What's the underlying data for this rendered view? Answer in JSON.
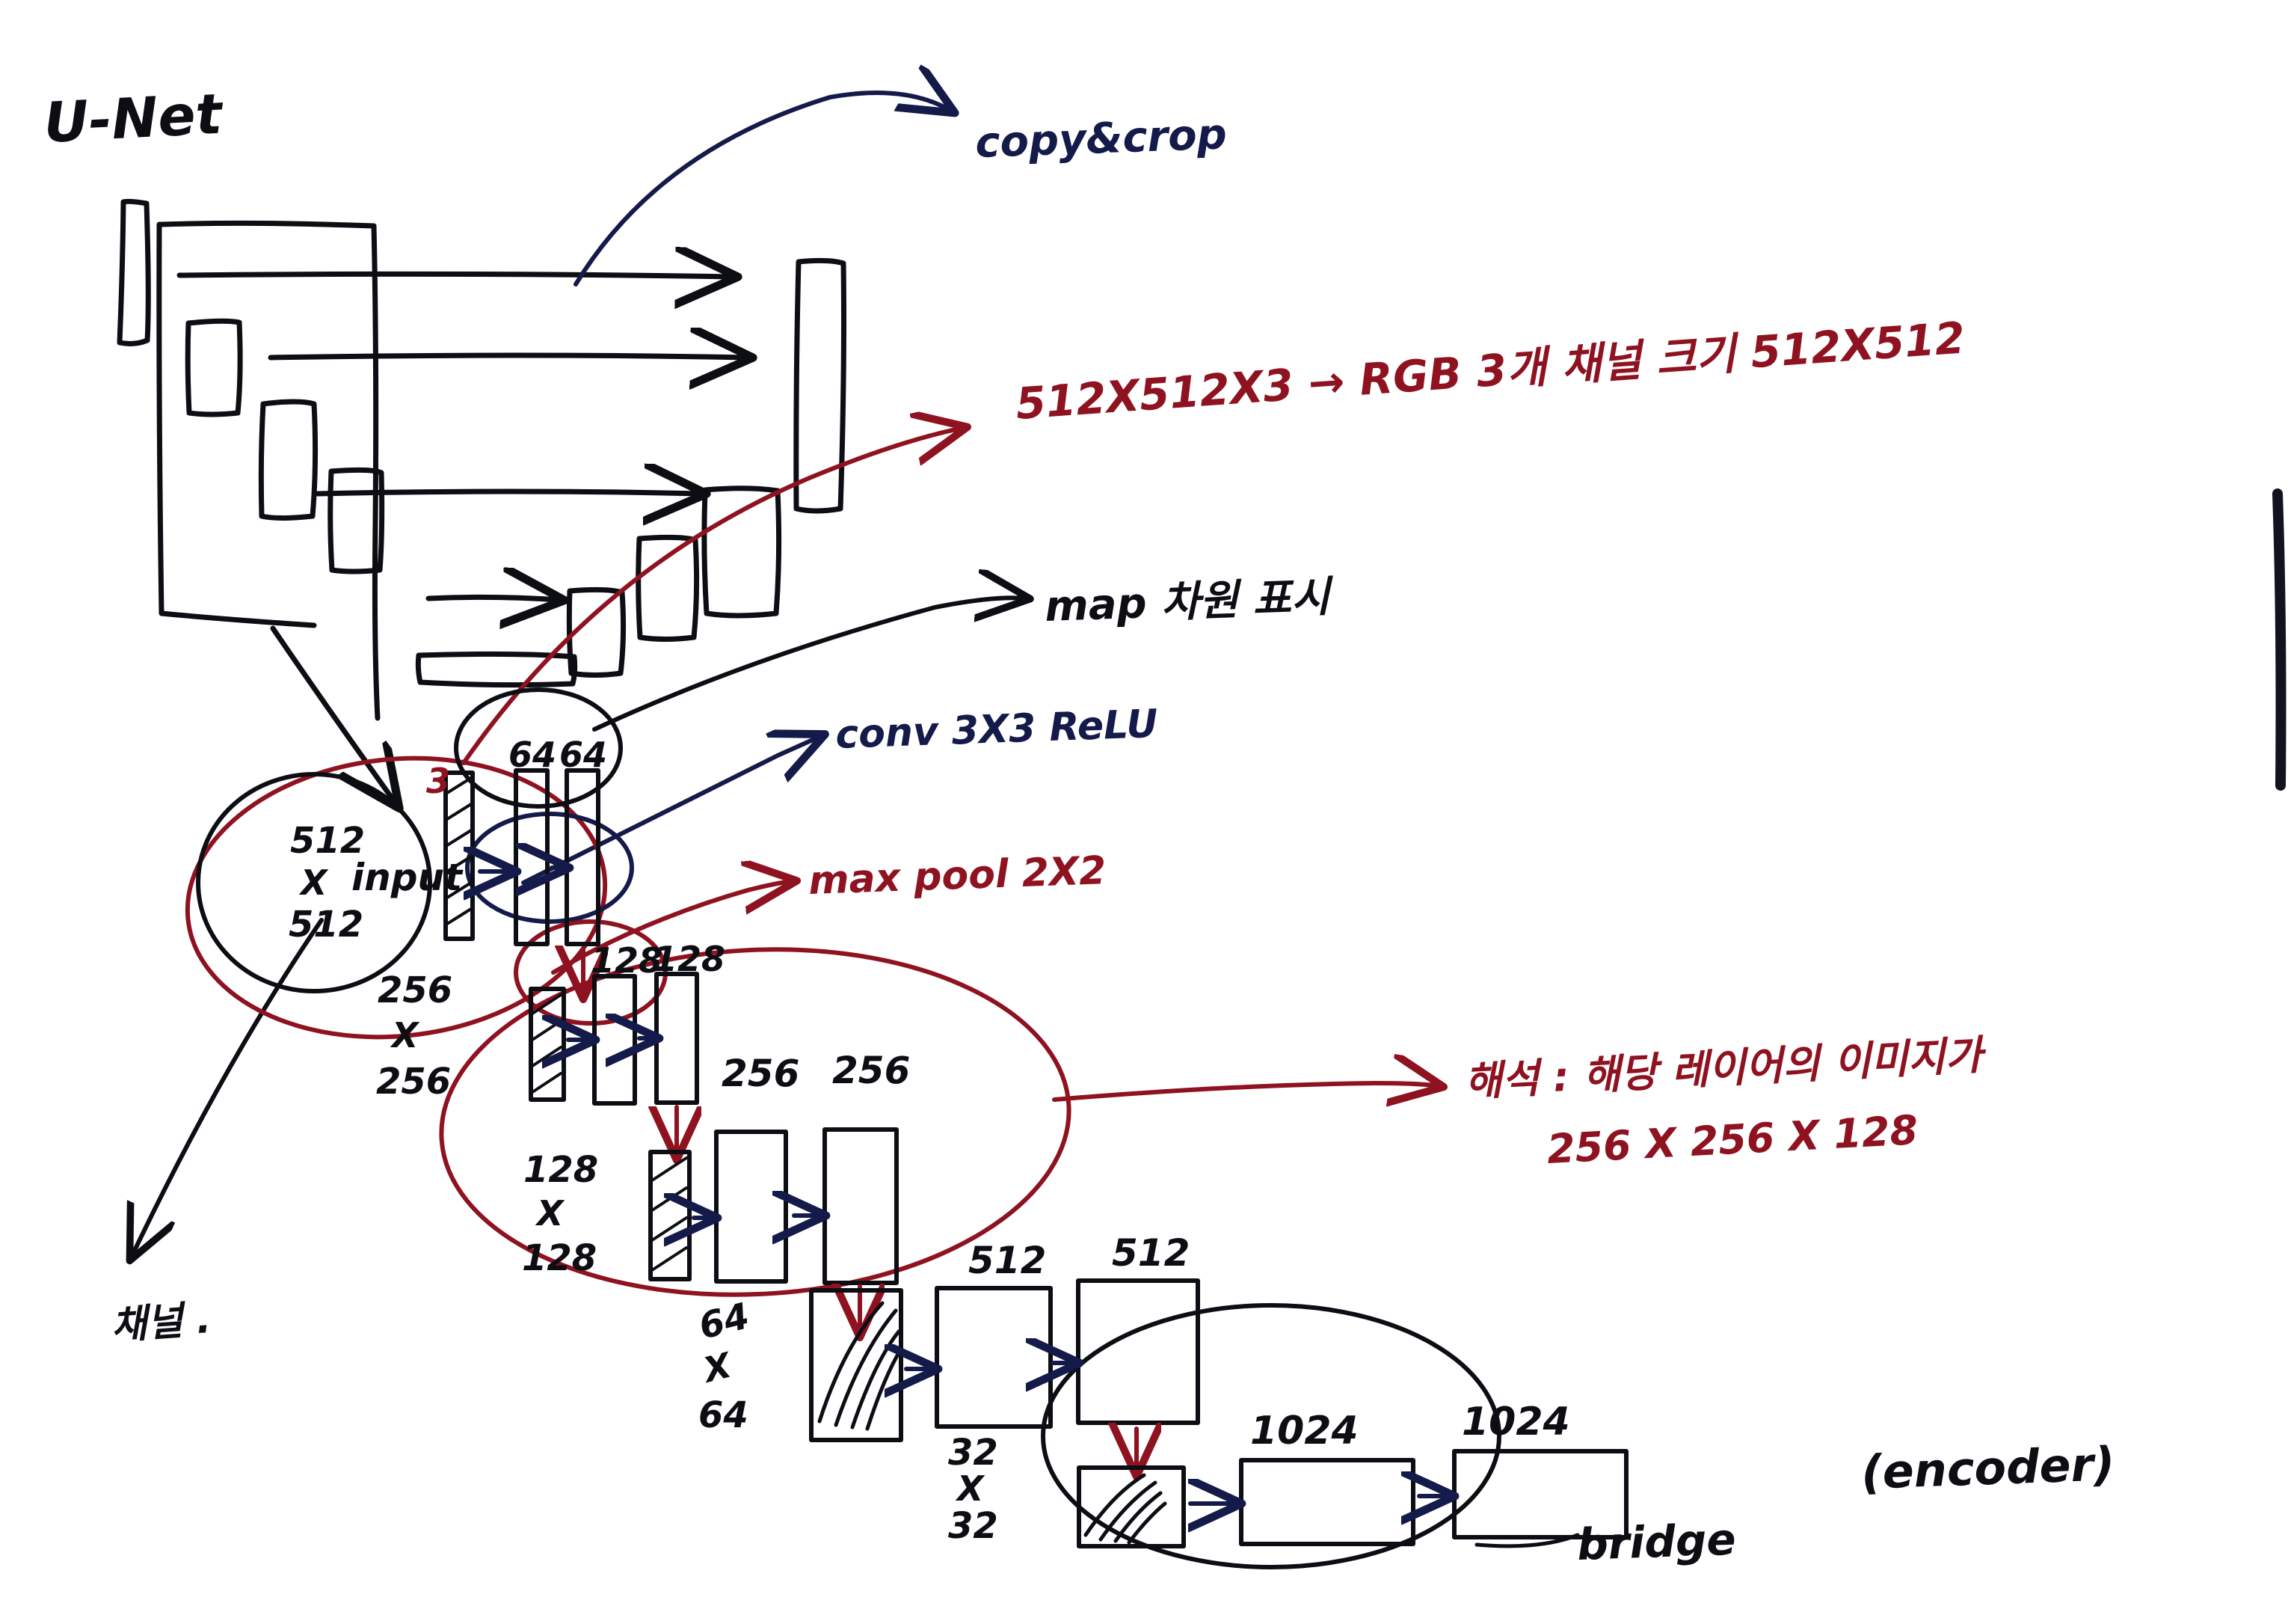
{
  "meta": {
    "title": "U-Net",
    "background_color": "#ffffff",
    "ink_black": "#0d0d14",
    "ink_red": "#8f1220",
    "ink_navy": "#141a49"
  },
  "labels": {
    "title": "U-Net",
    "copy_crop": "copy&crop",
    "dim_note": "512X512X3  →  RGB 3개 채널   크기  512X512",
    "map_dim": "map 차원 표시",
    "conv": "conv 3X3  ReLU",
    "maxpool": "max pool 2X2",
    "interpretation_line1": "해석 : 해당 레이어의 이미지가",
    "interpretation_line2": "256 X 256 X 128",
    "channel_note": "채널 .",
    "encoder": "(encoder)",
    "bridge": "bridge",
    "input": "input",
    "channel_3": "3"
  },
  "spatial_labels": [
    {
      "id": "res-512",
      "text_lines": [
        "512",
        "X",
        "512"
      ]
    },
    {
      "id": "res-256",
      "text_lines": [
        "256",
        "X",
        "256"
      ]
    },
    {
      "id": "res-128",
      "text_lines": [
        "128",
        "X",
        "128"
      ]
    },
    {
      "id": "res-64",
      "text_lines": [
        "64",
        "X",
        "64"
      ]
    },
    {
      "id": "res-32",
      "text_lines": [
        "32",
        "X",
        "32"
      ]
    }
  ],
  "channel_labels": [
    {
      "id": "ch-l1-a",
      "text": "64"
    },
    {
      "id": "ch-l1-b",
      "text": "64"
    },
    {
      "id": "ch-l2-a",
      "text": "128"
    },
    {
      "id": "ch-l2-b",
      "text": "128"
    },
    {
      "id": "ch-l3-a",
      "text": "256"
    },
    {
      "id": "ch-l3-b",
      "text": "256"
    },
    {
      "id": "ch-l4-a",
      "text": "512"
    },
    {
      "id": "ch-l4-b",
      "text": "512"
    },
    {
      "id": "ch-l5-a",
      "text": "1024"
    },
    {
      "id": "ch-l5-b",
      "text": "1024"
    }
  ],
  "chart_data": {
    "type": "diagram",
    "title": "U-Net encoder hand sketch",
    "stages": [
      {
        "level": 1,
        "spatial": "512 X 512",
        "channels": [
          64,
          64
        ],
        "input_channels": 3,
        "pooled": false
      },
      {
        "level": 2,
        "spatial": "256 X 256",
        "channels": [
          128,
          128
        ],
        "pooled": true
      },
      {
        "level": 3,
        "spatial": "128 X 128",
        "channels": [
          256,
          256
        ],
        "pooled": true
      },
      {
        "level": 4,
        "spatial": "64 X 64",
        "channels": [
          512,
          512
        ],
        "pooled": true
      },
      {
        "level": 5,
        "spatial": "32 X 32",
        "channels": [
          1024,
          1024
        ],
        "pooled": true,
        "name": "bridge"
      }
    ],
    "legend": [
      {
        "symbol": "navy-arrow",
        "meaning": "conv 3X3  ReLU"
      },
      {
        "symbol": "red-arrow-down",
        "meaning": "max pool 2X2"
      },
      {
        "symbol": "black-arrow-right",
        "meaning": "copy&crop"
      }
    ]
  }
}
